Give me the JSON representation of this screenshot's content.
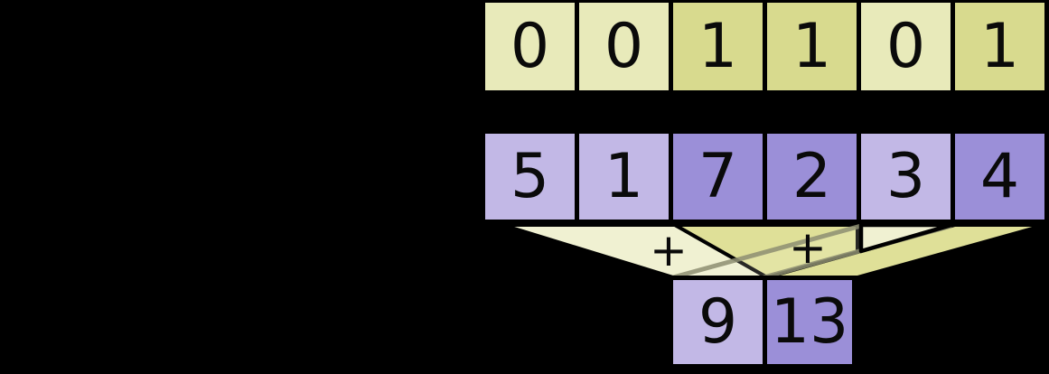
{
  "diagram": {
    "kind": "masked-vector-sum",
    "description_present_in_pixels": false
  },
  "rows": {
    "mask": {
      "cells": [
        {
          "value": "0",
          "active": false
        },
        {
          "value": "0",
          "active": false
        },
        {
          "value": "1",
          "active": true
        },
        {
          "value": "1",
          "active": true
        },
        {
          "value": "0",
          "active": false
        },
        {
          "value": "1",
          "active": true
        }
      ]
    },
    "values": {
      "cells": [
        {
          "value": "5",
          "active": false
        },
        {
          "value": "1",
          "active": false
        },
        {
          "value": "7",
          "active": true
        },
        {
          "value": "2",
          "active": true
        },
        {
          "value": "3",
          "active": false
        },
        {
          "value": "4",
          "active": true
        }
      ]
    },
    "results": {
      "cells": [
        {
          "value": "9",
          "group": "mask-0-sum"
        },
        {
          "value": "13",
          "group": "mask-1-sum"
        }
      ]
    }
  },
  "operators": {
    "left_plus": "+",
    "right_plus": "+"
  },
  "colors": {
    "background": "#000000",
    "cell_border": "#000000",
    "mask_inactive_fill": "#e8eaba",
    "mask_active_fill": "#d8da8e",
    "value_inactive_fill": "#c2b8e6",
    "value_active_fill": "#9b8fd8",
    "funnel_light_fill": "#f0f1d2",
    "funnel_dark_fill": "#dfe098",
    "crossing_line": "#8e8f72",
    "digit_color": "#0a0a0a"
  }
}
